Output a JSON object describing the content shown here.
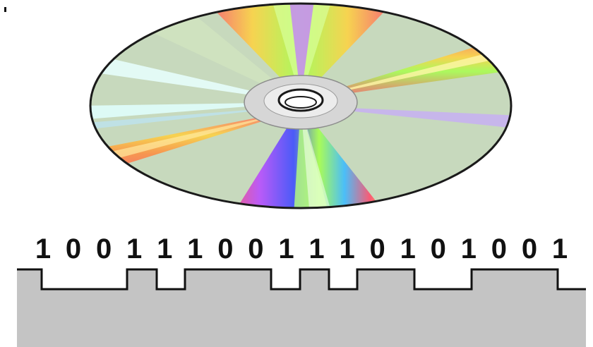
{
  "diagram": {
    "bit_sequence": [
      "1",
      "0",
      "0",
      "1",
      "1",
      "1",
      "0",
      "0",
      "1",
      "1",
      "1",
      "0",
      "1",
      "0",
      "1",
      "0",
      "0",
      "1"
    ],
    "disc_colors": {
      "base": "#c7d9bd",
      "outline": "#1a1a1a",
      "hub_ring": "#dcdcdc",
      "hub_shadow": "#8c8c8c",
      "spectrum": [
        "#ff4d6d",
        "#ffd23d",
        "#a6ff4d",
        "#3dbbff",
        "#3d4dff",
        "#b84dff"
      ]
    },
    "surface_color": "#c4c4c4",
    "signal_line_color": "#111111"
  }
}
